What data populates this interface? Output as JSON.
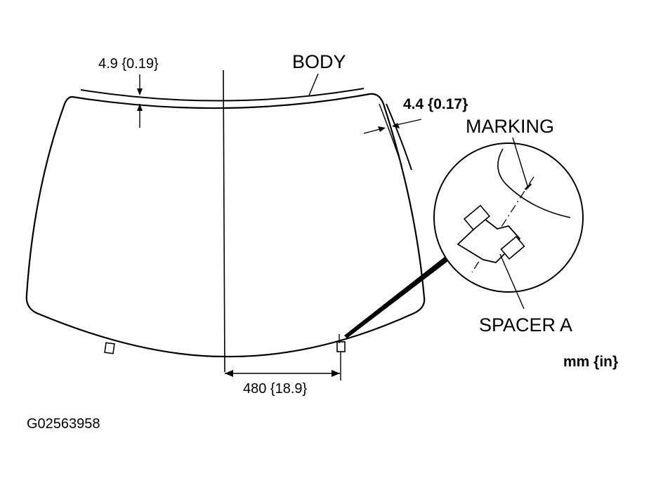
{
  "labels": {
    "body": "BODY",
    "marking": "MARKING",
    "spacer": "SPACER A",
    "units": "mm {in}",
    "figure_code": "G02563958"
  },
  "dimensions": {
    "top_gap": "4.9 {0.19}",
    "side_gap": "4.4 {0.17}",
    "spacer_offset": "480 {18.9}"
  }
}
